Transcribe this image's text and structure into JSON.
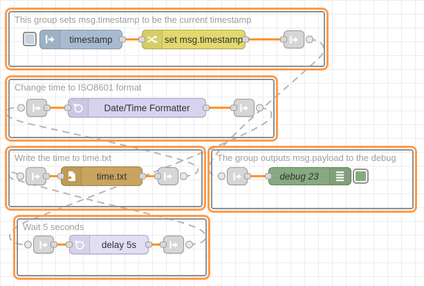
{
  "canvas": {
    "background": "#ffffff",
    "grid_color": "#ececec"
  },
  "colors": {
    "group_border_orange": "#ff9a4a",
    "group_border_gray": "#8f8f8f",
    "wire_orange": "#ff8c1a",
    "link_wire_gray": "#b4b4b4",
    "port_fill": "#d9d9d9"
  },
  "groups": [
    {
      "label": "This group sets msg.timestamp to be the current timestamp"
    },
    {
      "label": "Change time to ISO8601 format"
    },
    {
      "label": "Write the time to time.txt"
    },
    {
      "label": "The group outputs msg.payload to the debug"
    },
    {
      "label": "Wait 5 seconds"
    }
  ],
  "nodes": {
    "inject": {
      "label": "timestamp",
      "color": "#a6bbcf",
      "icon": "inject-arrow-icon"
    },
    "change": {
      "label": "set msg.timestamp",
      "color": "#e2d96e",
      "icon": "shuffle-icon"
    },
    "formatter": {
      "label": "Date/Time Formatter",
      "color": "#d9d2ef",
      "icon": "timer-icon"
    },
    "file": {
      "label": "time.txt",
      "color": "#c9a45f",
      "icon": "file-out-icon"
    },
    "debug": {
      "label": "debug 23",
      "color": "#87a980",
      "icon": "debug-output-icon"
    },
    "delay": {
      "label": "delay 5s",
      "color": "#e3ddf6",
      "icon": "timer-icon"
    }
  },
  "link_wires": [
    {
      "from": "group-1-link-out",
      "to": "group-4-link-in"
    },
    {
      "from": "group-2-link-out",
      "to": "group-5-link-in"
    },
    {
      "from": "group-3-link-out",
      "to": "group-2-link-in"
    },
    {
      "from": "group-5-link-out",
      "to": "group-3-link-in"
    }
  ]
}
